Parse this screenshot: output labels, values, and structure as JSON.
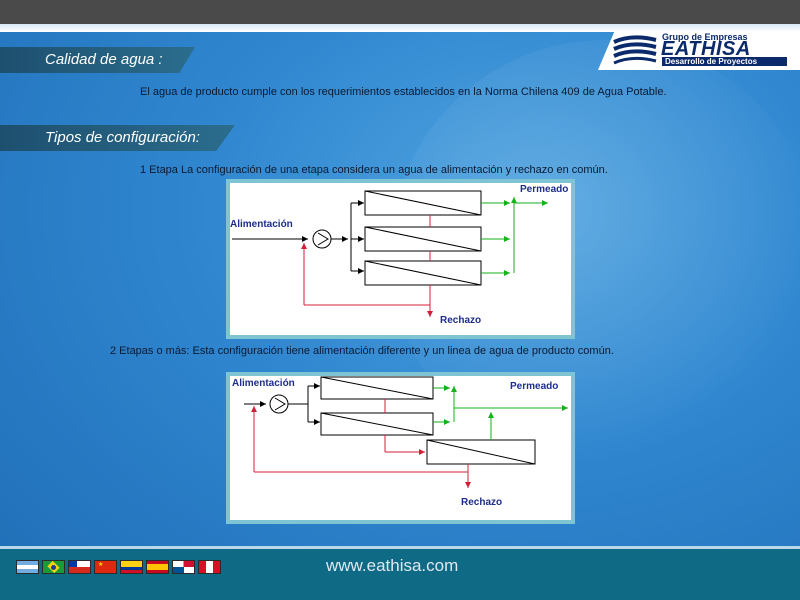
{
  "brand": {
    "group_label": "Grupo de Empresas",
    "name": "EATHISA",
    "tagline": "Desarrollo de Proyectos"
  },
  "sections": {
    "water_quality": {
      "title": "Calidad de agua :",
      "text": "El agua de producto cumple con los requerimientos establecidos en la Norma Chilena 409 de Agua Potable."
    },
    "configurations": {
      "title": "Tipos de configuración:",
      "one_stage_text": "1 Etapa La configuración de una etapa considera un agua de alimentación y rechazo en común.",
      "two_stage_text": "2 Etapas o más: Esta configuración tiene alimentación diferente y un linea de agua de producto común."
    }
  },
  "diagram1": {
    "feed_label": "Alimentación",
    "permeate_label": "Permeado",
    "reject_label": "Rechazo"
  },
  "diagram2": {
    "feed_label": "Alimentación",
    "permeate_label": "Permeado",
    "reject_label": "Rechazo"
  },
  "footer": {
    "website": "www.eathisa.com",
    "flags": [
      "Argentina",
      "Brasil",
      "Chile",
      "China",
      "Colombia",
      "España",
      "Panamá",
      "Perú"
    ]
  },
  "colors": {
    "background": "#2f86cf",
    "tab": "#1e4f6f",
    "footer": "#0f6a86",
    "diagram_frame": "#7fc4d3",
    "permeate_line": "#16b21a",
    "reject_line": "#d3203a",
    "label_text": "#1d2d8a"
  }
}
